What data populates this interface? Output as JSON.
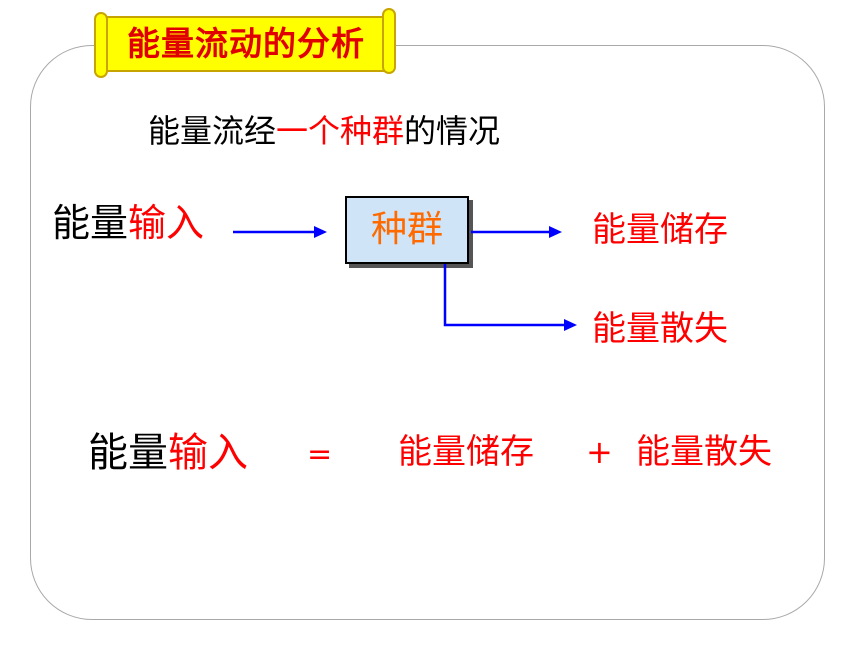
{
  "title": "能量流动的分析",
  "subtitle": {
    "prefix": "能量流经",
    "highlight": "一个种群",
    "suffix": "的情况"
  },
  "diagram": {
    "input_black": "能量",
    "input_red": "输入",
    "center_box": "种群",
    "output_storage": "能量储存",
    "output_loss": "能量散失"
  },
  "equation": {
    "lhs_black": "能量",
    "lhs_red": "输入",
    "equals": "=",
    "term1": "能量储存",
    "plus": "+",
    "term2": "能量散失"
  },
  "colors": {
    "title_text": "#e00000",
    "banner_fill": "#ffff00",
    "highlight": "#ff0000",
    "arrow": "#0000ff",
    "box_fill": "#cfe4f6",
    "box_text": "#ff6a00"
  }
}
